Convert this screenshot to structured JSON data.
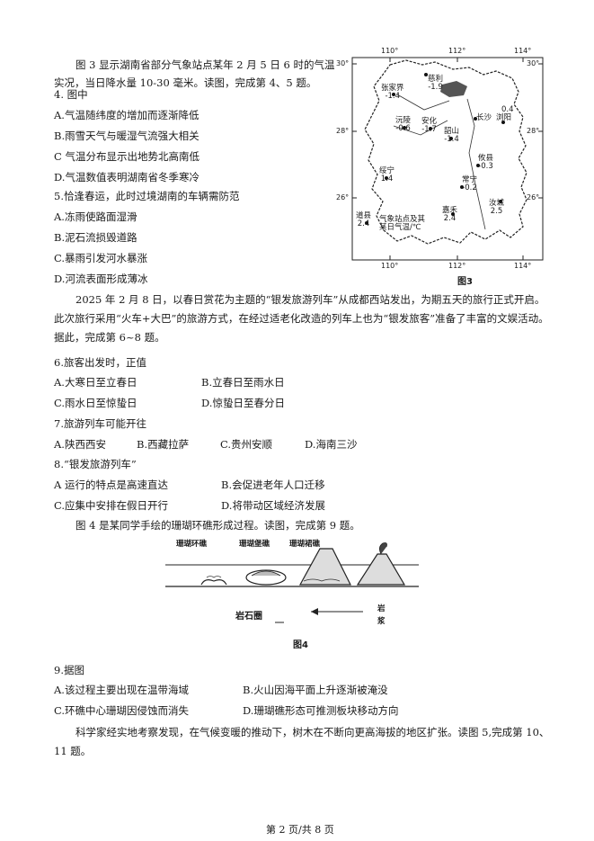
{
  "intro_q4_5": "图 3 显示湖南省部分气象站点某年 2 月 5 日 6 时的气温实况，当日降水量 10-30 毫米。读图，完成第 4、5 题。",
  "q4": {
    "stem": "4. 图中",
    "options": [
      "A.气温随纬度的增加而逐渐降低",
      "B.雨雪天气与暖湿气流强大相关",
      "C 气温分布显示出地势北高南低",
      "D.气温数值表明湖南省冬季寒冷"
    ]
  },
  "q5": {
    "stem": "5.恰逢春运，此时过境湖南的车辆需防范",
    "options": [
      "A.冻雨使路面湿滑",
      "B.泥石流损毁道路",
      "C.暴雨引发河水暴涨",
      "D.河流表面形成薄冰"
    ]
  },
  "fig3": {
    "caption": "图3",
    "lon_labels": [
      "110°",
      "112°",
      "114°"
    ],
    "lat_labels": [
      "30°",
      "28°",
      "26°"
    ],
    "stations": [
      {
        "name": "慈利",
        "temp": "-1.9"
      },
      {
        "name": "张家界",
        "temp": "-1.4"
      },
      {
        "name": "沅陵",
        "temp": "-0.6"
      },
      {
        "name": "安化",
        "temp": "-1.7"
      },
      {
        "name": "韶山",
        "temp": "-1.4"
      },
      {
        "name": "长沙",
        "temp": "0.4"
      },
      {
        "name": "浏阳",
        "temp": ""
      },
      {
        "name": "攸县",
        "temp": "-0.3"
      },
      {
        "name": "绥宁",
        "temp": "1.4"
      },
      {
        "name": "常宁",
        "temp": "-0.2"
      },
      {
        "name": "道县",
        "temp": "2.4"
      },
      {
        "name": "嘉禾",
        "temp": "2.4"
      },
      {
        "name": "汝城",
        "temp": "2.5"
      }
    ],
    "legend": [
      "气象站点及其",
      "某日气温/℃"
    ]
  },
  "intro_q6_8": "2025 年 2 月 8 日，以春日赏花为主题的“银发旅游列车”从成都西站发出，为期五天的旅行正式开启。此次旅行采用“火车+大巴”的旅游方式，在经过适老化改造的列车上也为“银发旅客”准备了丰富的文娱活动。据此，完成第 6~8 题。",
  "q6": {
    "stem": "6.旅客出发时，正值",
    "options": [
      "A.大寒日至立春日",
      "B.立春日至雨水日",
      "C.雨水日至惊蛰日",
      "D.惊蛰日至春分日"
    ]
  },
  "q7": {
    "stem": "7.旅游列车可能开往",
    "options": [
      "A.陕西西安",
      "B.西藏拉萨",
      "C.贵州安顺",
      "D.海南三沙"
    ]
  },
  "q8": {
    "stem": "8.“银发旅游列车”",
    "options": [
      "A 运行的特点是高速直达",
      "B.会促进老年人口迁移",
      "C.应集中安排在假日开行",
      "D.将带动区域经济发展"
    ]
  },
  "intro_q9": "图 4 是某同学手绘的珊瑚环礁形成过程。读图，完成第 9 题。",
  "fig4": {
    "caption": "图4",
    "labels": [
      "珊瑚环礁",
      "珊瑚堡礁",
      "珊瑚裙礁"
    ],
    "bottom_label_left": "岩石圈",
    "bottom_label_right": [
      "岩",
      "浆"
    ]
  },
  "q9": {
    "stem": "9.据图",
    "options": [
      "A.该过程主要出现在温带海域",
      "B.火山因海平面上升逐渐被淹没",
      "C.环礁中心珊瑚因侵蚀而消失",
      "D.珊瑚礁形态可推测板块移动方向"
    ]
  },
  "intro_q10_11": "科学家经实地考察发现，在气候变暖的推动下，树木在不断向更高海拔的地区扩张。读图 5,完成第 10、11 题。",
  "footer": "第 2 页/共 8 页"
}
